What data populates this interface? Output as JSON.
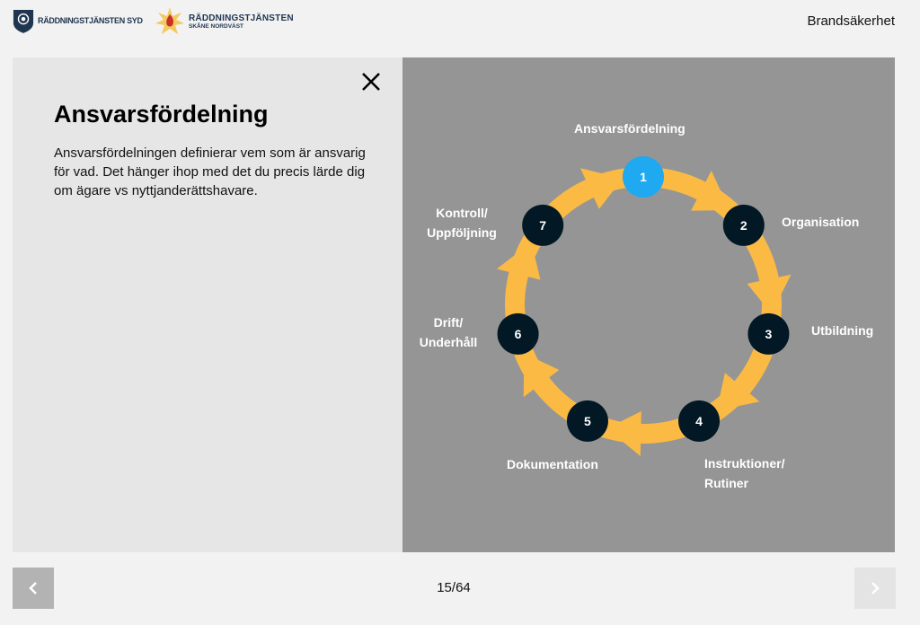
{
  "header": {
    "logo1": "RÄDDNINGSTJÄNSTEN SYD",
    "logo2_title": "RÄDDNINGSTJÄNSTEN",
    "logo2_sub": "SKÅNE NORDVÄST",
    "section": "Brandsäkerhet"
  },
  "content": {
    "title": "Ansvarsfördelning",
    "description": "Ansvarsfördelningen definierar vem som är ansvarig för vad. Det hänger ihop med det du precis lärde dig om ägare vs nyttjanderättshavare."
  },
  "diagram": {
    "active": 1,
    "active_color": "#1fa9f0",
    "node_color": "#021824",
    "arrow_color": "#fbba44",
    "steps": [
      {
        "n": "1",
        "label": "Ansvarsfördelning"
      },
      {
        "n": "2",
        "label": "Organisation"
      },
      {
        "n": "3",
        "label": "Utbildning"
      },
      {
        "n": "4",
        "label": "Instruktioner/ Rutiner"
      },
      {
        "n": "5",
        "label": "Dokumentation"
      },
      {
        "n": "6",
        "label": "Drift/ Underhåll"
      },
      {
        "n": "7",
        "label": "Kontroll/ Uppföljning"
      }
    ]
  },
  "footer": {
    "page": "15/64",
    "prev_icon": "chevron-left-icon",
    "next_icon": "chevron-right-icon"
  }
}
